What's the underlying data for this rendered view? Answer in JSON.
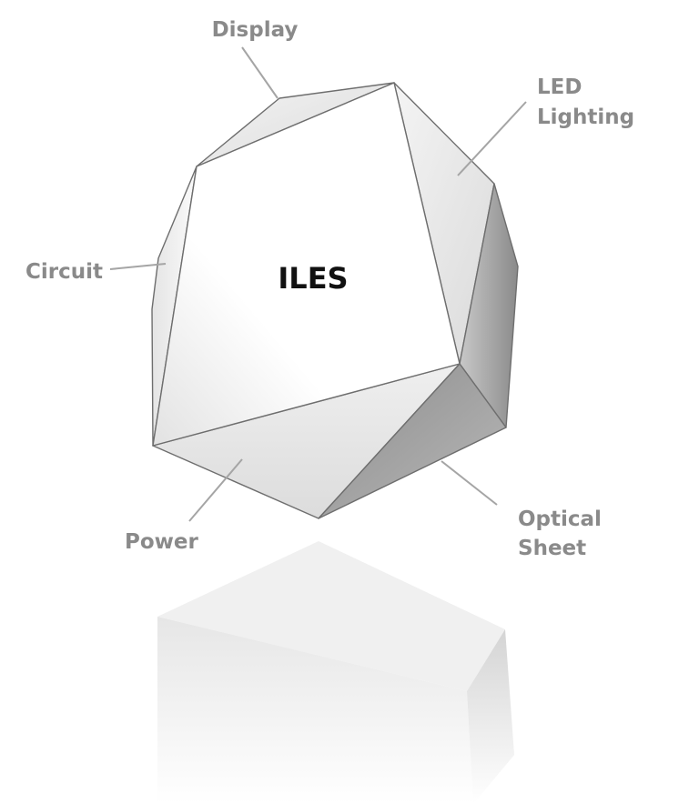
{
  "diagram": {
    "center_label": "ILES",
    "segments": [
      {
        "label_lines": [
          "Display"
        ]
      },
      {
        "label_lines": [
          "LED",
          "Lighting"
        ]
      },
      {
        "label_lines": [
          "Circuit"
        ]
      },
      {
        "label_lines": [
          "Power"
        ]
      },
      {
        "label_lines": [
          "Optical",
          "Sheet"
        ]
      }
    ]
  }
}
